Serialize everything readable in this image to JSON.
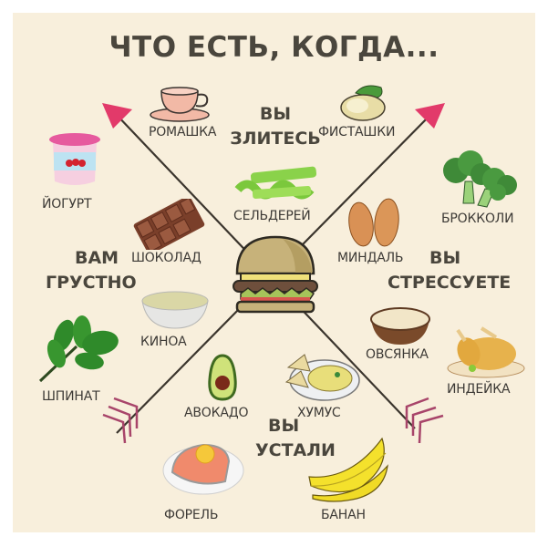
{
  "title": "ЧТО ЕСТЬ, КОГДА...",
  "colors": {
    "background": "#F8EFDC",
    "border": "#FFFFFF",
    "text": "#4A463D",
    "arrow_line": "#3B352D",
    "arrowhead": "#E23A6A",
    "fletching": "#A8456A"
  },
  "moods": {
    "angry": {
      "line1": "ВЫ",
      "line2": "ЗЛИТЕСЬ"
    },
    "sad": {
      "line1": "ВАМ",
      "line2": "ГРУСТНО"
    },
    "stressed": {
      "line1": "ВЫ",
      "line2": "СТРЕССУЕТЕ"
    },
    "tired": {
      "line1": "ВЫ",
      "line2": "УСТАЛИ"
    }
  },
  "foods": {
    "chamomile": {
      "label": "РОМАШКА",
      "icon": "tea-cup-icon"
    },
    "pistachios": {
      "label": "ФИСТАШКИ",
      "icon": "pistachio-icon"
    },
    "celery": {
      "label": "СЕЛЬДЕРЕЙ",
      "icon": "celery-icon"
    },
    "yogurt": {
      "label": "ЙОГУРТ",
      "icon": "yogurt-icon"
    },
    "chocolate": {
      "label": "ШОКОЛАД",
      "icon": "chocolate-icon"
    },
    "quinoa": {
      "label": "КИНОА",
      "icon": "quinoa-bowl-icon"
    },
    "spinach": {
      "label": "ШПИНАТ",
      "icon": "spinach-icon"
    },
    "broccoli": {
      "label": "БРОККОЛИ",
      "icon": "broccoli-icon"
    },
    "almond": {
      "label": "МИНДАЛЬ",
      "icon": "almond-icon"
    },
    "oatmeal": {
      "label": "ОВСЯНКА",
      "icon": "oatmeal-bowl-icon"
    },
    "turkey": {
      "label": "ИНДЕЙКА",
      "icon": "roast-turkey-icon"
    },
    "avocado": {
      "label": "АВОКАДО",
      "icon": "avocado-icon"
    },
    "hummus": {
      "label": "ХУМУС",
      "icon": "hummus-plate-icon"
    },
    "trout": {
      "label": "ФОРЕЛЬ",
      "icon": "trout-steak-icon"
    },
    "banana": {
      "label": "БАНАН",
      "icon": "banana-icon"
    }
  },
  "center": {
    "icon": "burger-icon"
  }
}
